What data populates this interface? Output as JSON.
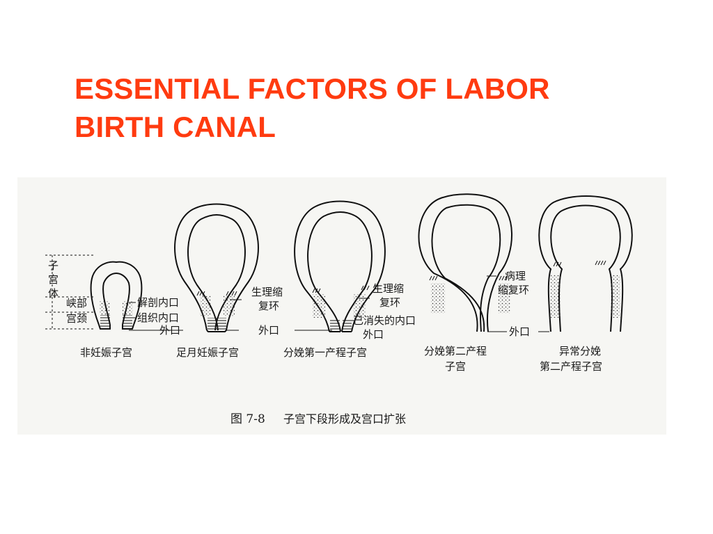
{
  "slide": {
    "title_lines": [
      "ESSENTIAL FACTORS OF LABOR",
      "BIRTH CANAL"
    ],
    "title_color": "#ff3b10"
  },
  "figure": {
    "caption_number": "图 7-8",
    "caption_text": "子宫下段形成及宫口扩张",
    "left_labels": {
      "uterine_body": "子\n宫\n体",
      "isthmus": "峡部",
      "cervix": "宫颈"
    },
    "diagrams": [
      {
        "caption": [
          "非妊娠子宫"
        ],
        "labels": [
          "解剖内口",
          "组织内口",
          "外口"
        ]
      },
      {
        "caption": [
          "足月妊娠子宫"
        ],
        "labels": [
          "生理缩",
          "复环",
          "外口"
        ]
      },
      {
        "caption": [
          "分娩第一产程子宫"
        ],
        "labels": [
          "生理缩",
          "复环",
          "已消失的内口",
          "外口"
        ]
      },
      {
        "caption": [
          "分娩第二产程",
          "子宫"
        ],
        "labels": [
          "病理",
          "缩复环",
          "外口"
        ]
      },
      {
        "caption": [
          "异常分娩",
          "第二产程子宫"
        ],
        "labels": []
      }
    ]
  }
}
